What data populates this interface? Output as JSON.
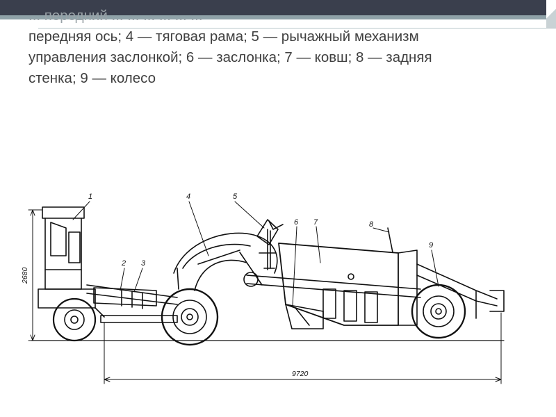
{
  "caption": {
    "line0": "... передний ... ... ... ... ... ...",
    "line1": "передняя ось; 4 — тяговая рама; 5 — рычажный механизм",
    "line2": "управления заслонкой; 6 — заслонка; 7 — ковш; 8 — задняя",
    "line3": "стенка; 9 — колесо"
  },
  "figure": {
    "labels": [
      "1",
      "2",
      "3",
      "4",
      "5",
      "6",
      "7",
      "8",
      "9"
    ],
    "dimensions": {
      "height": "2680",
      "length": "9720"
    }
  },
  "colors": {
    "topbar": "#3a3f4d",
    "accent": "#8fa2a8",
    "text": "#404040",
    "ink": "#111111"
  }
}
